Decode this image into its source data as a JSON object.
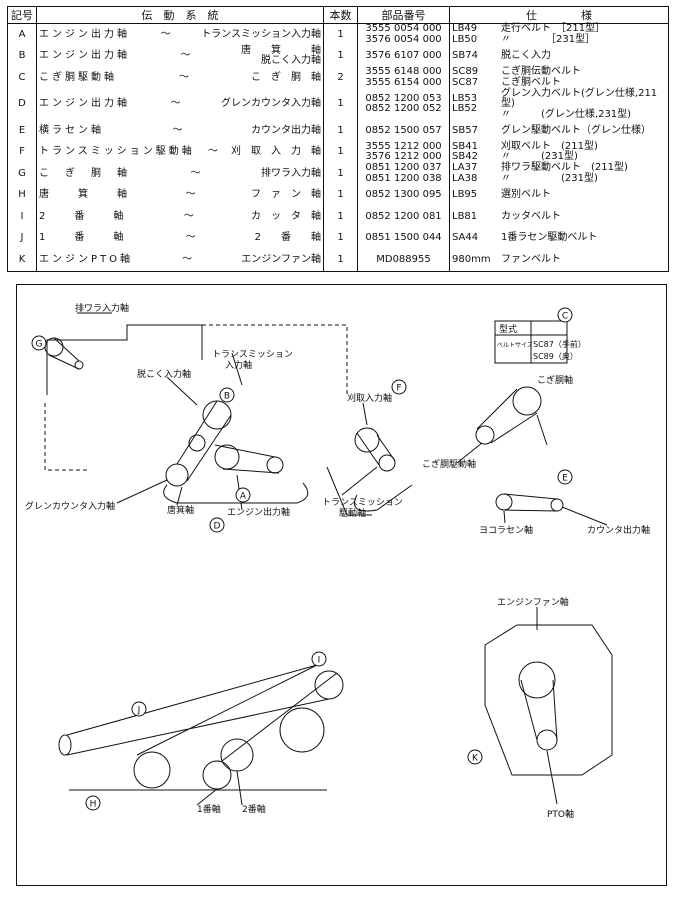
{
  "headers": {
    "code": "記号",
    "system": "伝　動　系　統",
    "count": "本数",
    "part": "部品番号",
    "spec": "仕　　　　様"
  },
  "rows": [
    {
      "code": "A",
      "left": "エンジン出力軸",
      "right": "トランスミッション入力軸",
      "count": "1",
      "part": "3555 0054 000\n3576 0054 000",
      "belt": "LB49\nLB50",
      "spec": "走行ベルト　［211型］\n〃　　　　［231型］"
    },
    {
      "code": "B",
      "left": "エンジン出力軸",
      "right": "唐　　箕　　　軸\n脱こく入力軸",
      "count": "1",
      "part": "3576 6107 000",
      "belt": "SB74",
      "spec": "脱こく入力"
    },
    {
      "code": "C",
      "left": "こぎ胴駆動軸",
      "right": "こ　ぎ　胴　軸",
      "count": "2",
      "part": "3555 6148 000\n3555 6154 000",
      "belt": "SC89\nSC87",
      "spec": "こぎ胴伝動ベルト\nこぎ胴ベルト"
    },
    {
      "code": "D",
      "left": "エンジン出力軸",
      "right": "グレンカウンタ入力軸",
      "count": "1",
      "part": "0852 1200 053\n0852 1200 052",
      "belt": "LB53\nLB52",
      "spec": "グレン入力ベルト(グレン仕様,211型)\n〃　　　(グレン仕様,231型)"
    },
    {
      "code": "E",
      "left": "横ラセン軸",
      "right": "カウンタ出力軸",
      "count": "1",
      "part": "0852 1500 057",
      "belt": "SB57",
      "spec": "グレン駆動ベルト（グレン仕様）"
    },
    {
      "code": "F",
      "left": "トランスミッション駆動軸",
      "right": "刈　取　入　力　軸",
      "count": "1",
      "part": "3555 1212 000\n3576 1212 000",
      "belt": "SB41\nSB42",
      "spec": "刈取ベルト　(211型)\n〃　　　(231型)"
    },
    {
      "code": "G",
      "left": "こ　ぎ　胴　軸",
      "right": "排ワラ入力軸",
      "count": "1",
      "part": "0851 1200 037\n0851 1200 038",
      "belt": "LA37\nLA38",
      "spec": "排ワラ駆動ベルト　(211型)\n〃　　　　　(231型)"
    },
    {
      "code": "H",
      "left": "唐　　箕　　軸",
      "right": "フ　ァ　ン　軸",
      "count": "1",
      "part": "0852 1300 095",
      "belt": "LB95",
      "spec": "選別ベルト"
    },
    {
      "code": "I",
      "left": "2　　番　　軸",
      "right": "カ　ッ　タ　軸",
      "count": "1",
      "part": "0852 1200 081",
      "belt": "LB81",
      "spec": "カッタベルト"
    },
    {
      "code": "J",
      "left": "1　　番　　軸",
      "right": "2　　番　　軸",
      "count": "1",
      "part": "0851 1500 044",
      "belt": "SA44",
      "spec": "1番ラセン駆動ベルト"
    },
    {
      "code": "K",
      "left": "エンジンPTO軸",
      "right": "エンジンファン軸",
      "count": "1",
      "part": "MD088955",
      "belt": "980mm",
      "spec": "ファンベルト"
    }
  ],
  "labels": {
    "exhaust_straw_input": "排ワラ入力軸",
    "transmission_input": "トランスミッション\n入力軸",
    "threshing_input": "脱こく入力軸",
    "reaper_input": "刈取入力軸",
    "grain_counter_input": "グレンカウンタ入力軸",
    "tomi_shaft": "唐箕軸",
    "engine_output": "エンジン出力軸",
    "transmission_drive": "トランスミッション\n駆動軸",
    "kogi_drum": "こぎ胴軸",
    "kogi_drive": "こぎ胴駆動軸",
    "horizontal_screw": "ヨコラセン軸",
    "counter_output": "カウンタ出力軸",
    "engine_fan": "エンジンファン軸",
    "pto": "PTO軸",
    "shaft1": "1番軸",
    "shaft2": "2番軸",
    "type_header": "型式",
    "belt_size": "ベルトサイズ",
    "sc87": "SC87（手前）",
    "sc89": "SC89（奥）"
  },
  "circle_letters": [
    "A",
    "B",
    "C",
    "D",
    "E",
    "F",
    "G",
    "H",
    "I",
    "J",
    "K"
  ]
}
